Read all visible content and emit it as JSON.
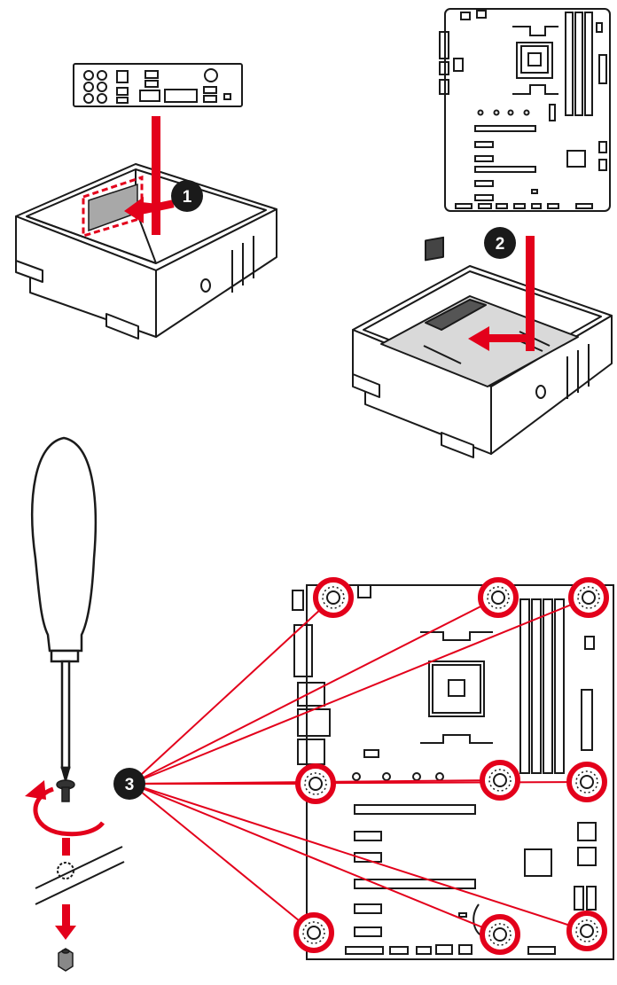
{
  "diagram": {
    "steps": [
      {
        "number": "1",
        "action": "install-io-shield"
      },
      {
        "number": "2",
        "action": "place-motherboard-in-case"
      },
      {
        "number": "3",
        "action": "fasten-standoff-screws"
      }
    ],
    "screw_hole_count": 9,
    "colors": {
      "accent_red": "#e3001b",
      "outline": "#1a1a1a",
      "badge_fill": "#1a1a1a",
      "board_fill": "#d9d9d9",
      "white": "#ffffff"
    },
    "icons": [
      "io-shield-icon",
      "pc-case-icon",
      "motherboard-icon",
      "screwdriver-icon",
      "screw-icon",
      "standoff-icon",
      "rotate-arrow-icon"
    ]
  }
}
